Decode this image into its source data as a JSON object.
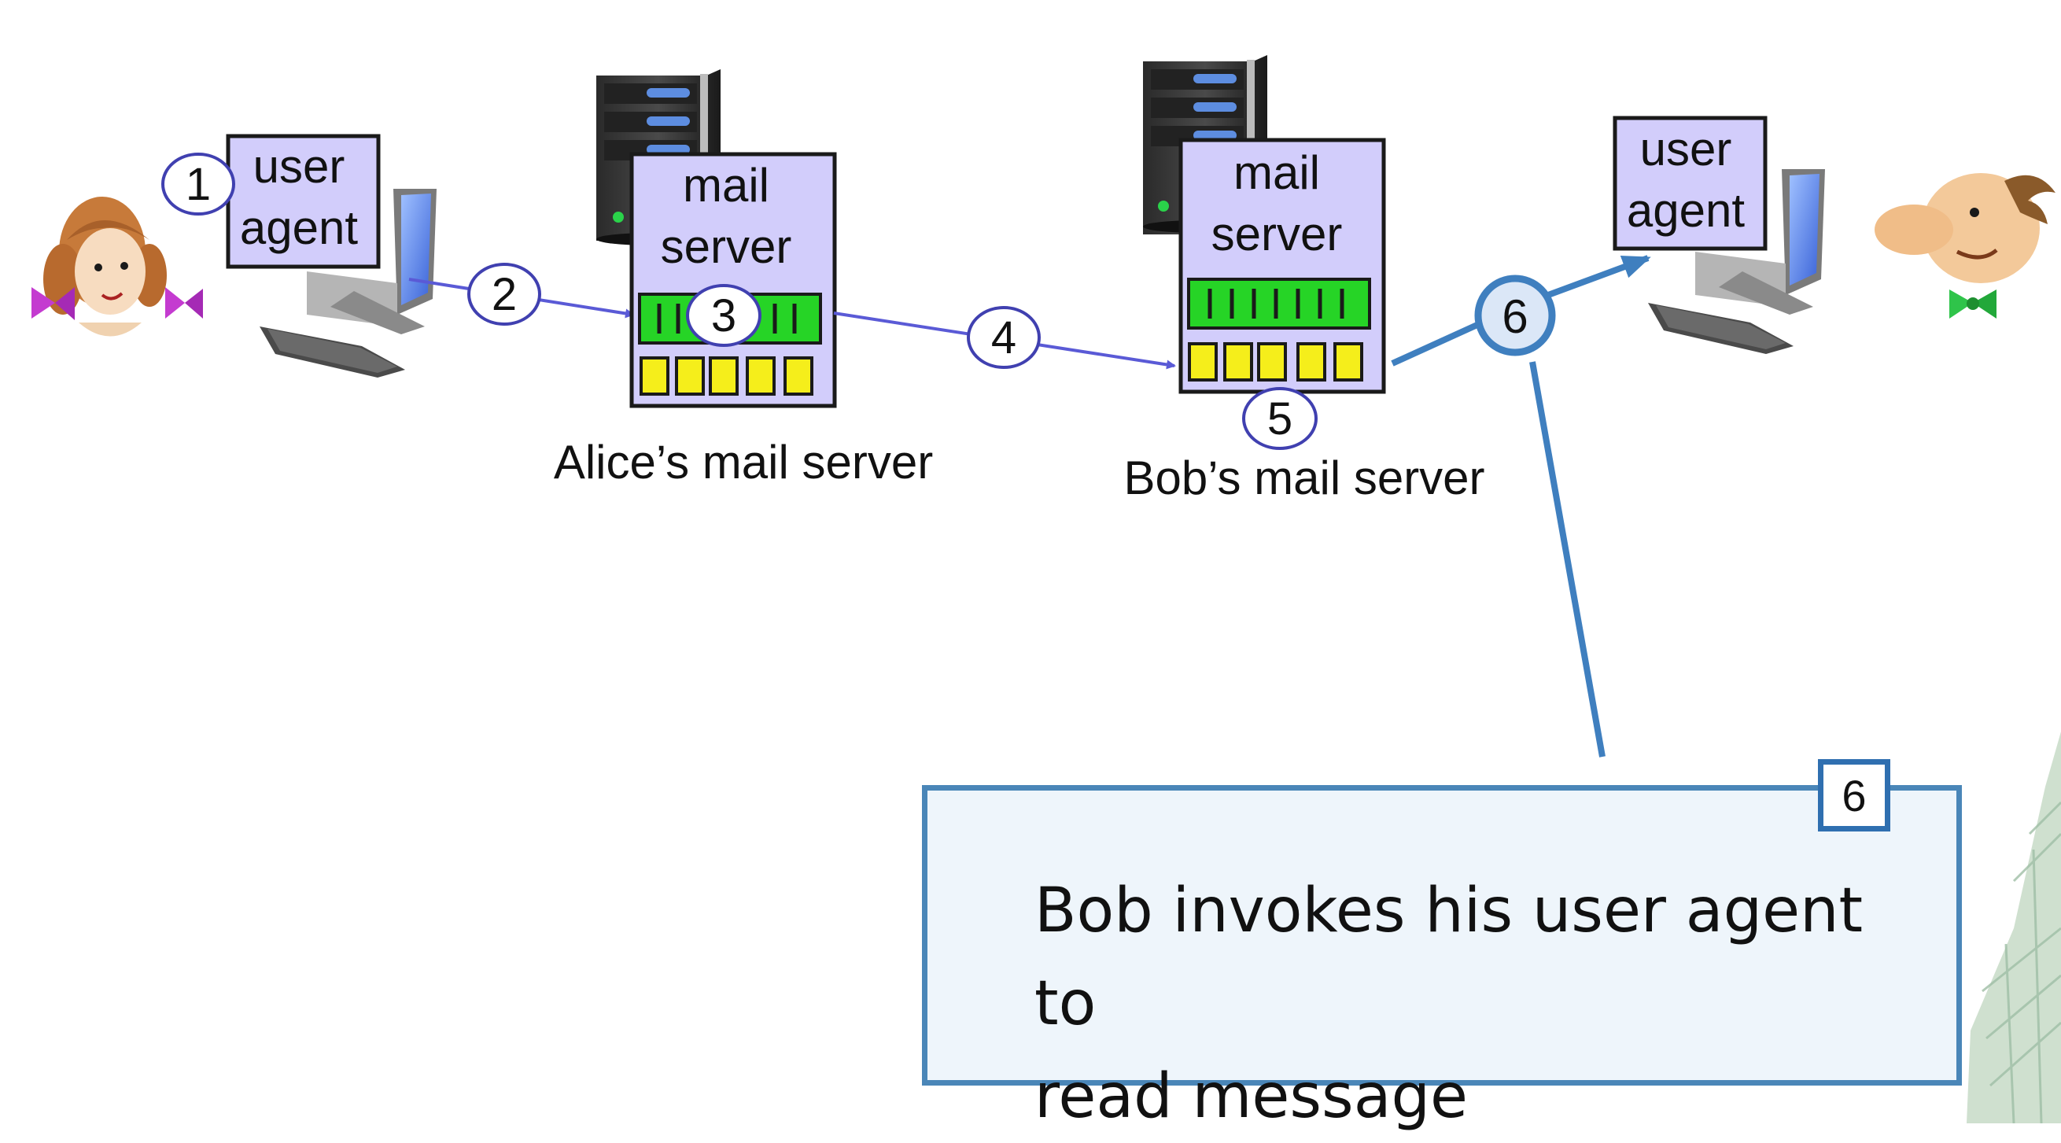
{
  "colors": {
    "box_fill": "#d2cdfb",
    "box_stroke": "#1a1a1a",
    "queue_green": "#26d426",
    "queue_yellow": "#f5ee1b",
    "arrow_purple": "#5a5ad6",
    "arrow_blue": "#3f7fbf",
    "callout_border": "#4a86b8",
    "callout_fill": "#eef5fb"
  },
  "alice_agent": {
    "label_line1": "user",
    "label_line2": "agent",
    "person_icon": "alice-cartoon-icon",
    "computer_icon": "desktop-computer-icon"
  },
  "alice_server": {
    "label_line1": "mail",
    "label_line2": "server",
    "caption": "Alice’s mail server",
    "rack_icon": "server-rack-icon"
  },
  "bob_server": {
    "label_line1": "mail",
    "label_line2": "server",
    "caption": "Bob’s mail server",
    "rack_icon": "server-rack-icon"
  },
  "bob_agent": {
    "label_line1": "user",
    "label_line2": "agent",
    "person_icon": "bob-cartoon-icon",
    "computer_icon": "desktop-computer-icon"
  },
  "steps": {
    "s1": "1",
    "s2": "2",
    "s3": "3",
    "s4": "4",
    "s5": "5",
    "s6": "6"
  },
  "callout": {
    "badge": "6",
    "line1": "Bob invokes his user agent to",
    "line2": "read message"
  }
}
